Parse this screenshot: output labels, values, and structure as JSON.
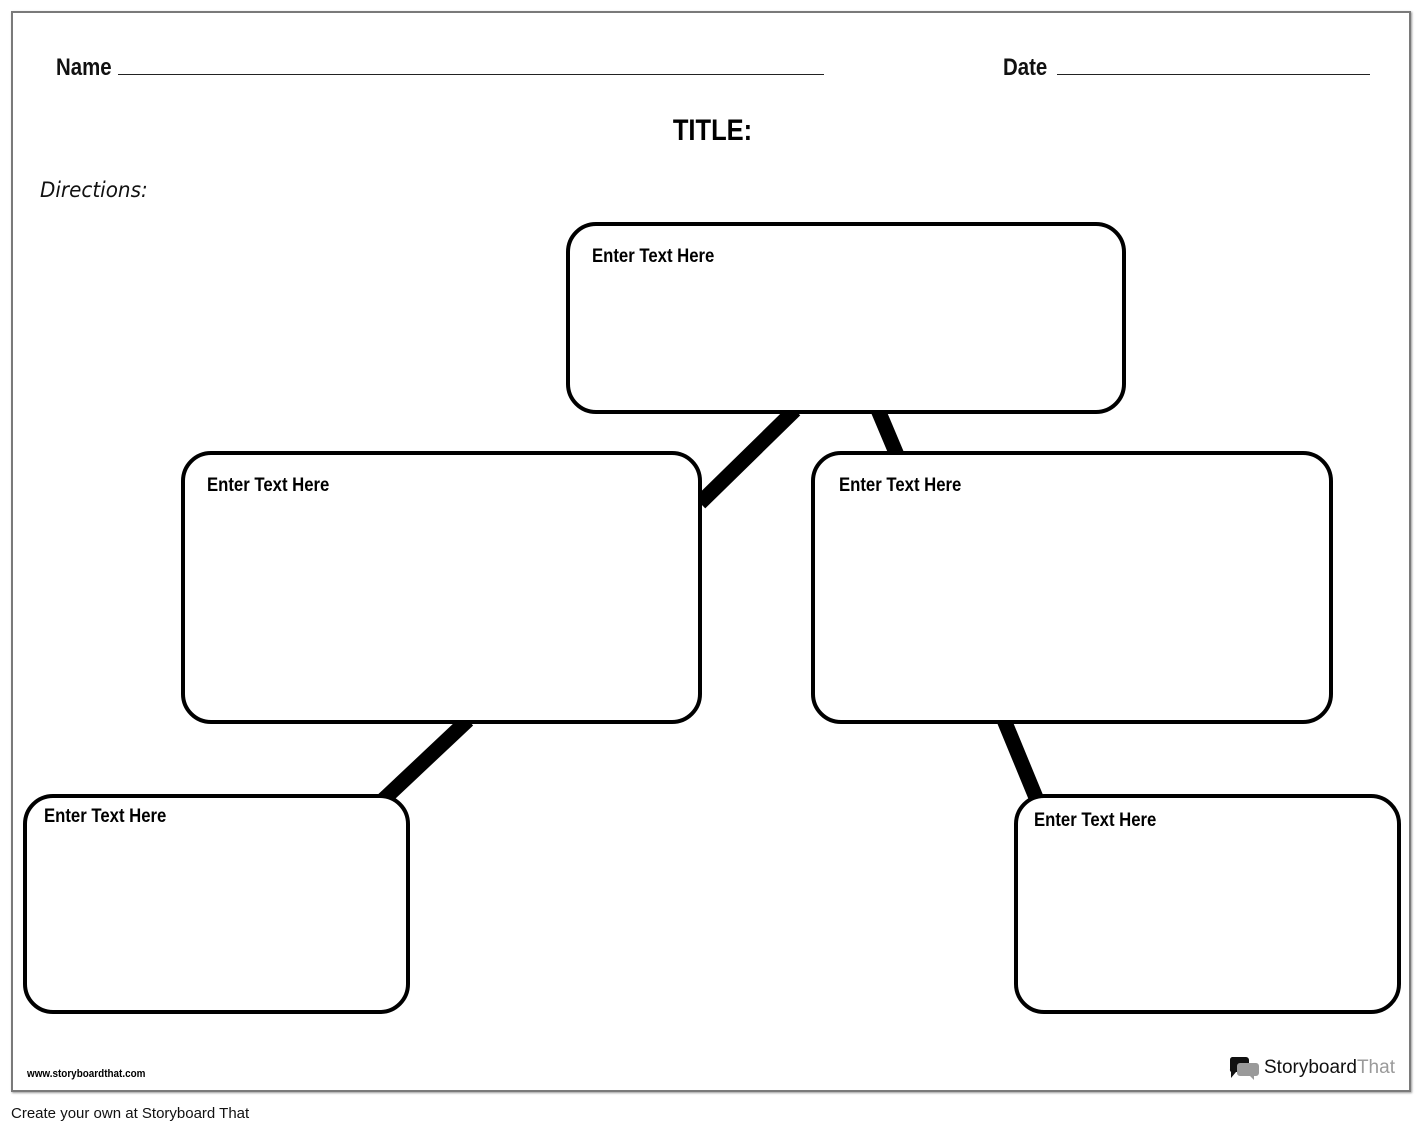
{
  "header": {
    "name_label": "Name",
    "date_label": "Date",
    "title": "TITLE:",
    "directions": "Directions:"
  },
  "boxes": [
    {
      "text": "Enter Text Here"
    },
    {
      "text": "Enter Text Here"
    },
    {
      "text": "Enter Text Here"
    },
    {
      "text": "Enter Text Here"
    },
    {
      "text": "Enter Text Here"
    }
  ],
  "footer": {
    "url": "www.storyboardthat.com",
    "logo_dark": "Storyboard",
    "logo_light": "That",
    "credit": "Create your own at Storyboard That"
  },
  "colors": {
    "frame": "#7a7a7a",
    "stroke": "#000000",
    "logo_light": "#9a9a9a"
  }
}
